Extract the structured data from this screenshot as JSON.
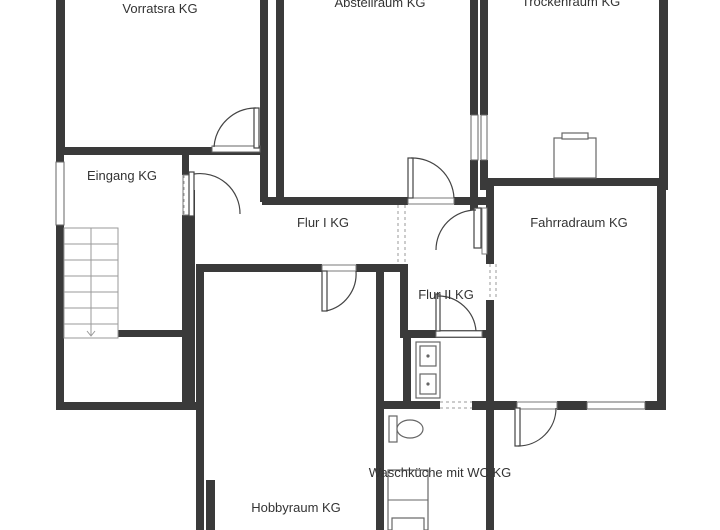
{
  "floor_plan": {
    "rooms": [
      {
        "id": "vorratsraum",
        "label": "Vorratsra KG"
      },
      {
        "id": "abstellraum",
        "label": "Abstellraum KG"
      },
      {
        "id": "trockenraum",
        "label": "Trockenraum KG"
      },
      {
        "id": "eingang",
        "label": "Eingang KG"
      },
      {
        "id": "flur1",
        "label": "Flur I KG"
      },
      {
        "id": "fahrradraum",
        "label": "Fahrradraum KG"
      },
      {
        "id": "flur2",
        "label": "Flur II KG"
      },
      {
        "id": "hobbyraum",
        "label": "Hobbyraum KG"
      },
      {
        "id": "waschkueche",
        "label": "Waschküche mit WC KG"
      }
    ]
  }
}
